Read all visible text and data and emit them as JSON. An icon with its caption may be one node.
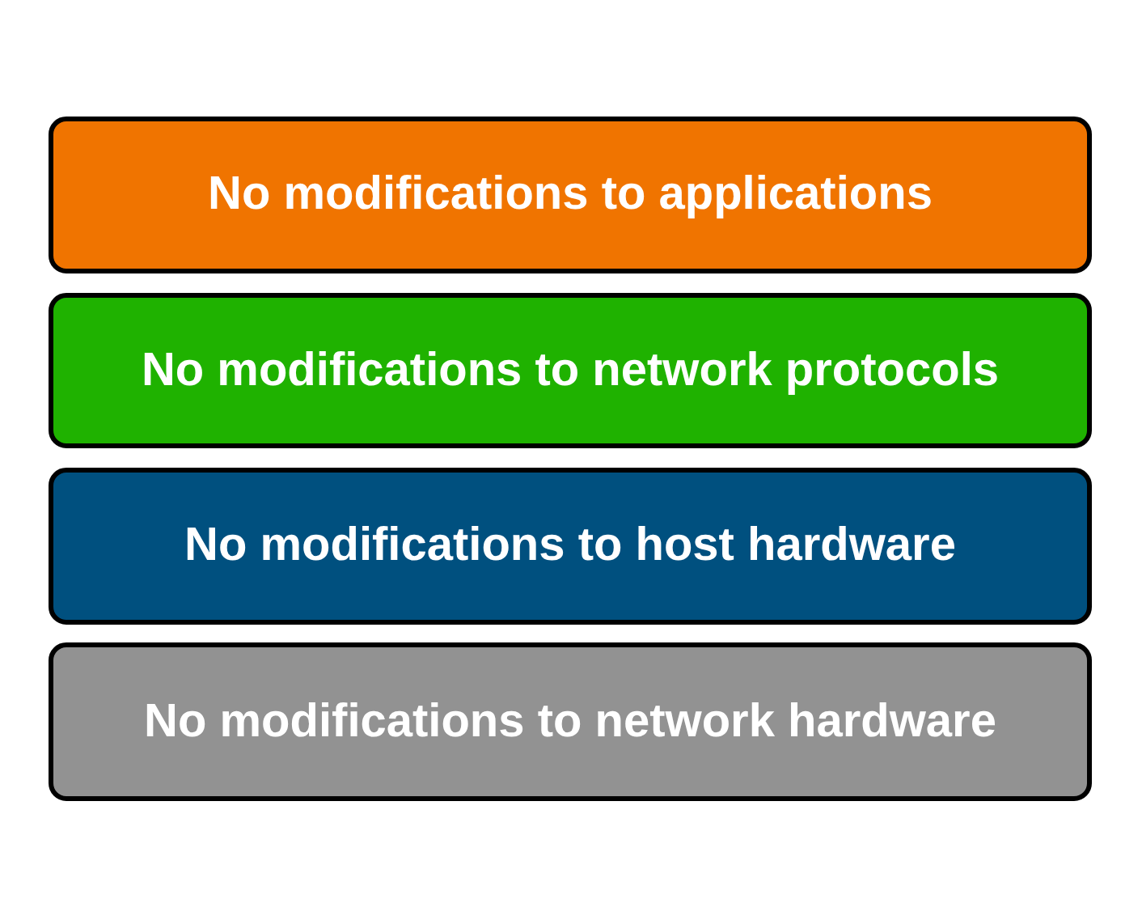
{
  "diagram": {
    "nodes": [
      {
        "text": [
          "No modifications to applications"
        ]
      },
      {
        "text": [
          "No modifications to network protocols"
        ]
      },
      {
        "text": [
          "No modifications to host hardware"
        ]
      },
      {
        "text": [
          "No modifications to network hardware"
        ]
      }
    ]
  }
}
